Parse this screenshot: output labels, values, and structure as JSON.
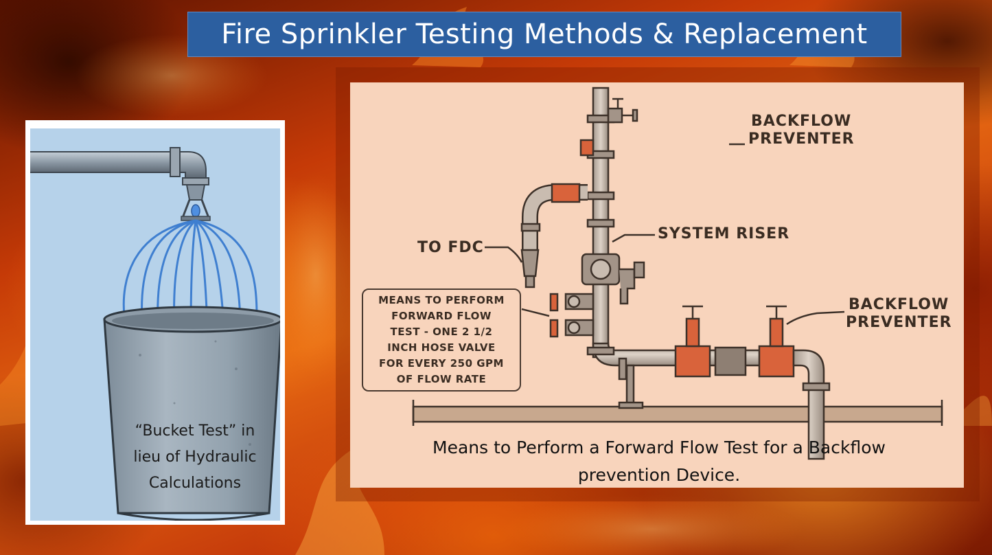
{
  "slide": {
    "title": "Fire Sprinkler Testing Methods & Replacement"
  },
  "left_panel": {
    "caption_lines": [
      "“Bucket Test” in",
      "lieu of Hydraulic",
      "Calculations"
    ]
  },
  "right_panel": {
    "labels": {
      "backflow_preventer_top": [
        "BACKFLOW",
        "PREVENTER"
      ],
      "system_riser": "SYSTEM RISER",
      "to_fdc": "TO FDC",
      "backflow_preventer_right": [
        "BACKFLOW",
        "PREVENTER"
      ]
    },
    "means_box_lines": [
      "MEANS TO PERFORM",
      "FORWARD FLOW",
      "TEST - ONE 2 1/2",
      "INCH HOSE VALVE",
      "FOR EVERY 250 GPM",
      "OF FLOW RATE"
    ],
    "caption_lines": [
      "Means to Perform a Forward Flow Test for a Backflow",
      "prevention Device."
    ]
  },
  "colors": {
    "title_bar": "#2c5fa0",
    "left_illustration_bg": "#b6d2ea",
    "right_card_bg": "#f8d4bc",
    "valve_orange": "#d9633b",
    "water_blue": "#3f7fd0"
  },
  "icons": {
    "background": "fire-flames",
    "left_illustration": "sprinkler-bucket",
    "right_illustration": "backflow-riser-diagram"
  }
}
